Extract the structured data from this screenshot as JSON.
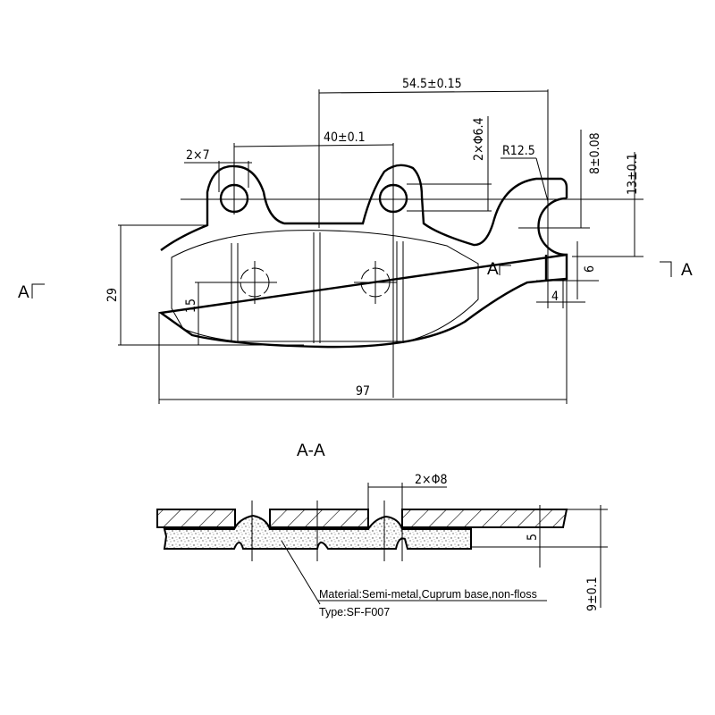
{
  "drawing": {
    "dimensions": {
      "overall_hole_span": "54.5±0.15",
      "ear_hole_spacing": "40±0.1",
      "ear_width": "2×7",
      "hole_diameter": "2×Φ6.4",
      "radius": "R12.5",
      "height_8": "8±0.08",
      "height_13": "13±0.1",
      "tab_6": "6",
      "tab_4": "4",
      "height_29": "29",
      "height_15": "15",
      "length_97": "97",
      "rivet_diameter": "2×Φ8",
      "friction_thickness": "5",
      "total_thickness": "9±0.1"
    },
    "section_marks": {
      "left": "A",
      "middle": "A",
      "right": "A"
    },
    "section_title": "A-A",
    "material_note": "Material:Semi-metal,Cuprum base,non-floss",
    "type_note": "Type:SF-F007"
  }
}
